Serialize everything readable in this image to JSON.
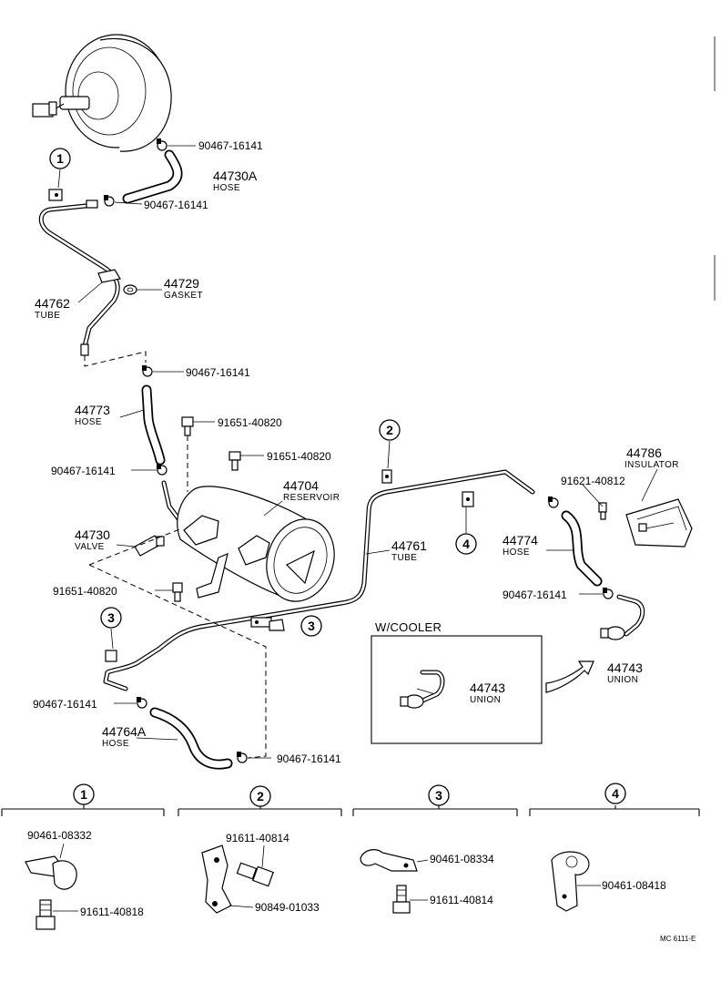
{
  "labels": {
    "clamp_1a": "90467-16141",
    "hose_44730A_no": "44730A",
    "hose_44730A_name": "HOSE",
    "clamp_1b": "90467-16141",
    "gasket_no": "44729",
    "gasket_name": "GASKET",
    "tube_44762_no": "44762",
    "tube_44762_name": "TUBE",
    "clamp_2": "90467-16141",
    "hose_44773_no": "44773",
    "hose_44773_name": "HOSE",
    "bolt_a": "91651-40820",
    "bolt_b": "91651-40820",
    "clamp_3": "90467-16141",
    "reservoir_no": "44704",
    "reservoir_name": "RESERVOIR",
    "valve_no": "44730",
    "valve_name": "VALVE",
    "bolt_c": "91651-40820",
    "tube_44761_no": "44761",
    "tube_44761_name": "TUBE",
    "insulator_no": "44786",
    "insulator_name": "INSULATOR",
    "bolt_d": "91621-40812",
    "hose_44774_no": "44774",
    "hose_44774_name": "HOSE",
    "clamp_4": "90467-16141",
    "union_no": "44743",
    "union_name": "UNION",
    "cooler_title": "W/COOLER",
    "cooler_union_no": "44743",
    "cooler_union_name": "UNION",
    "clamp_5": "90467-16141",
    "hose_44764A_no": "44764A",
    "hose_44764A_name": "HOSE",
    "clamp_6": "90467-16141"
  },
  "callouts": [
    "1",
    "2",
    "3",
    "4"
  ],
  "details": [
    {
      "index": "1",
      "parts": [
        "90461-08332",
        "91611-40818"
      ]
    },
    {
      "index": "2",
      "parts": [
        "91611-40814",
        "90849-01033"
      ]
    },
    {
      "index": "3",
      "parts": [
        "90461-08334",
        "91611-40814"
      ]
    },
    {
      "index": "4",
      "parts": [
        "90461-08418"
      ]
    }
  ],
  "diagram_code": "MC 6111-E"
}
